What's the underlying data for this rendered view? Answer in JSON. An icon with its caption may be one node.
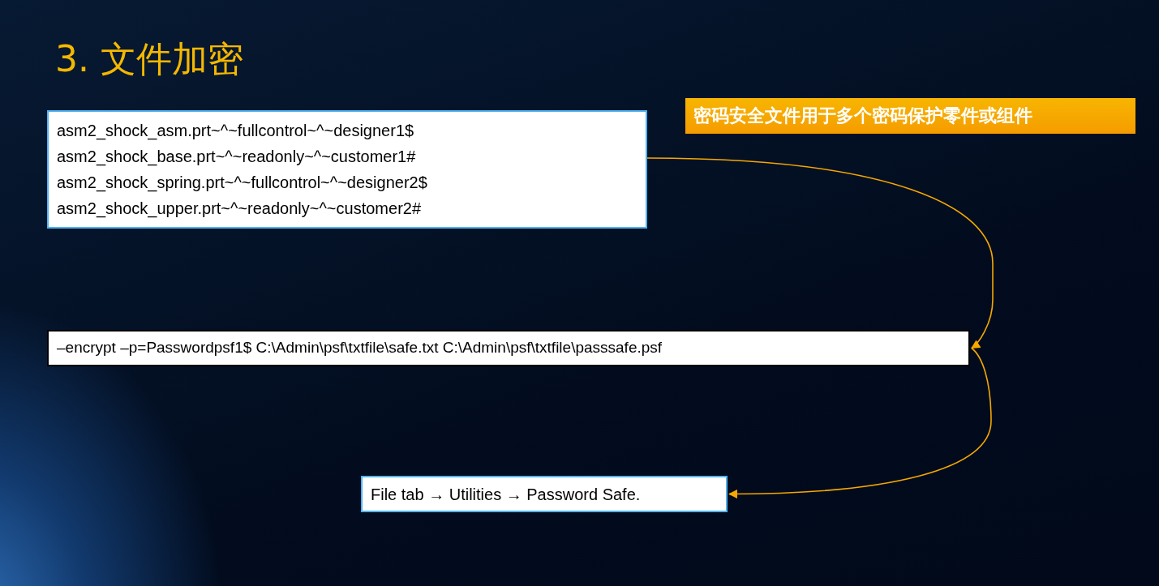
{
  "diagram": {
    "title": "3. 文件加密",
    "nodes": [
      {
        "text": [
          "asm2_shock_asm.prt~^~fullcontrol~^~designer1$",
          "asm2_shock_base.prt~^~readonly~^~customer1#",
          "asm2_shock_spring.prt~^~fullcontrol~^~designer2$",
          "asm2_shock_upper.prt~^~readonly~^~customer2#"
        ]
      },
      {
        "text": [
          "密码安全文件用于多个密码保护零件或组件"
        ]
      },
      {
        "text": [
          "–encrypt –p=Passwordpsf1$ C:\\Admin\\psf\\txtfile\\safe.txt C:\\Admin\\psf\\txtfile\\passsafe.psf"
        ]
      },
      {
        "text": [
          "File tab → Utilities → Password Safe."
        ]
      }
    ],
    "edges": [
      {
        "from": 0,
        "to": 2,
        "arrow": "to"
      },
      {
        "from": 2,
        "to": 3,
        "arrow": "to"
      }
    ]
  }
}
